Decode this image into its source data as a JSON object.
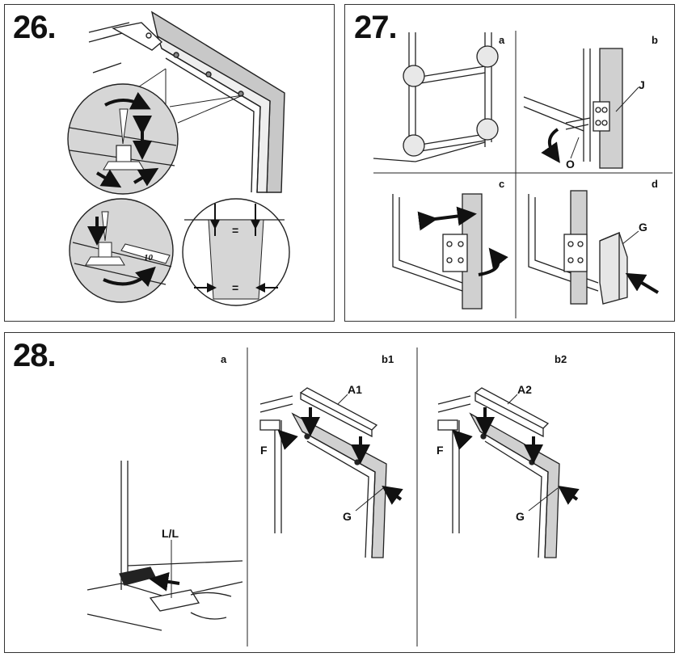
{
  "steps": {
    "s26": {
      "number": "26."
    },
    "s27": {
      "number": "27.",
      "sub": [
        "a",
        "b",
        "c",
        "d"
      ],
      "callouts": {
        "j": "J",
        "o": "O",
        "g": "G"
      }
    },
    "s28": {
      "number": "28.",
      "sub": [
        "a",
        "b1",
        "b2"
      ],
      "callouts": {
        "ll": "L/L",
        "a1": "A1",
        "a2": "A2",
        "f": "F",
        "g": "G"
      }
    }
  },
  "details26": {
    "equal_sign": "=",
    "wrench_size": "10"
  }
}
